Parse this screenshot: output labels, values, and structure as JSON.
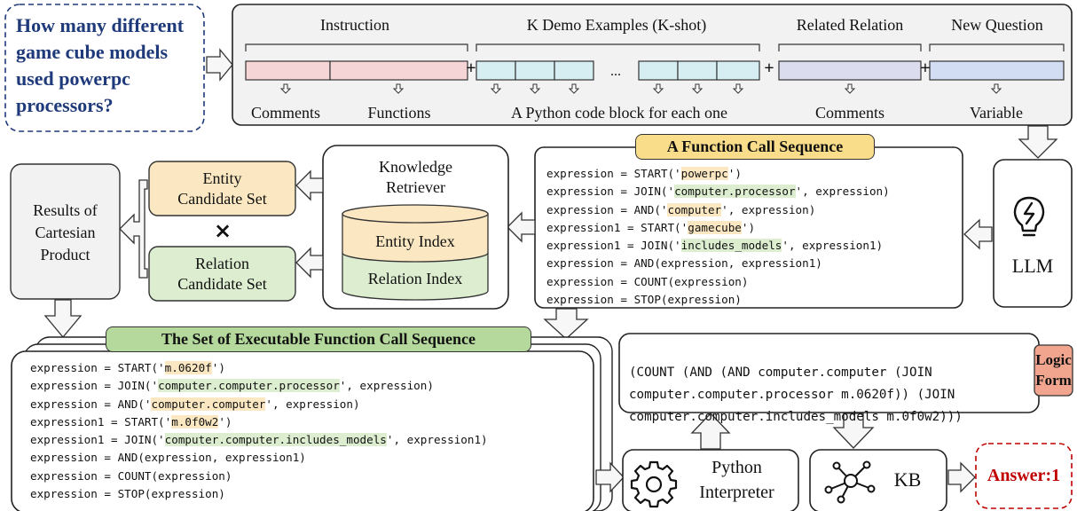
{
  "question": "How many different game cube models used powerpc processors?",
  "prompt": {
    "instruction": {
      "title": "Instruction",
      "out1": "Comments",
      "out2": "Functions"
    },
    "demos": {
      "title": "K Demo Examples (K-shot)",
      "ellipsis": "...",
      "out": "A Python code block for each one"
    },
    "relation": {
      "title": "Related Relation",
      "out": "Comments"
    },
    "new_question": {
      "title": "New Question",
      "out": "Variable"
    },
    "plus": "+"
  },
  "llm": {
    "label": "LLM",
    "icon": "lightbulb-icon"
  },
  "fc_sequence": {
    "title": "A Function Call Sequence",
    "lines": [
      [
        "expression = START('",
        "powerpc",
        "')",
        "y"
      ],
      [
        "expression = JOIN('",
        "computer.processor",
        "', expression)",
        "g"
      ],
      [
        "expression = AND('",
        "computer",
        "', expression)",
        "y"
      ],
      [
        "expression1 = START('",
        "gamecube",
        "')",
        "y"
      ],
      [
        "expression1 = JOIN('",
        "includes_models",
        "', expression1)",
        "g"
      ],
      [
        "expression = AND(expression, expression1)",
        "",
        "",
        ""
      ],
      [
        "expression = COUNT(expression)",
        "",
        "",
        ""
      ],
      [
        "expression = STOP(expression)",
        "",
        "",
        ""
      ]
    ]
  },
  "retriever": {
    "title_line1": "Knowledge",
    "title_line2": "Retriever",
    "entity_index": "Entity Index",
    "relation_index": "Relation Index"
  },
  "entity_set": {
    "line1": "Entity",
    "line2": "Candidate Set"
  },
  "relation_set": {
    "line1": "Relation",
    "line2": "Candidate Set"
  },
  "times": "×",
  "cartesian": {
    "line1": "Results of",
    "line2": "Cartesian",
    "line3": "Product"
  },
  "executable": {
    "title": "The Set of Executable Function Call Sequence",
    "lines": [
      [
        "expression = START('",
        "m.0620f",
        "')",
        "y"
      ],
      [
        "expression = JOIN('",
        "computer.computer.processor",
        "', expression)",
        "g"
      ],
      [
        "expression = AND('",
        "computer.computer",
        "', expression)",
        "y"
      ],
      [
        "expression1 = START('",
        "m.0f0w2",
        "')",
        "y"
      ],
      [
        "expression1 = JOIN('",
        "computer.computer.includes_models",
        "', expression1)",
        "g"
      ],
      [
        "expression = AND(expression, expression1)",
        "",
        "",
        ""
      ],
      [
        "expression = COUNT(expression)",
        "",
        "",
        ""
      ],
      [
        "expression = STOP(expression)",
        "",
        "",
        ""
      ]
    ]
  },
  "logic_form": {
    "text_lines": [
      "(COUNT (AND (AND computer.computer (JOIN",
      "computer.computer.processor m.0620f)) (JOIN",
      "computer.computer.includes_models m.0f0w2)))"
    ],
    "badge_line1": "Logic",
    "badge_line2": "Form"
  },
  "python": {
    "line1": "Python",
    "line2": "Interpreter",
    "icon": "gear-icon"
  },
  "kb": {
    "label": "KB",
    "icon": "network-icon"
  },
  "answer": "Answer:1",
  "colors": {
    "pink": "#f6d5d7",
    "cyan": "#d6edf2",
    "lavender": "#dcdcef",
    "blue": "#d2dcf2",
    "yellow": "#fbe8c2",
    "green": "#dcedd0",
    "banner_yellow": "#f9dd8a",
    "banner_green": "#b5d99c",
    "badge": "#f2a58e",
    "question": "#1f3a7a",
    "answer": "#c00000",
    "panel": "#f2f2f2"
  }
}
